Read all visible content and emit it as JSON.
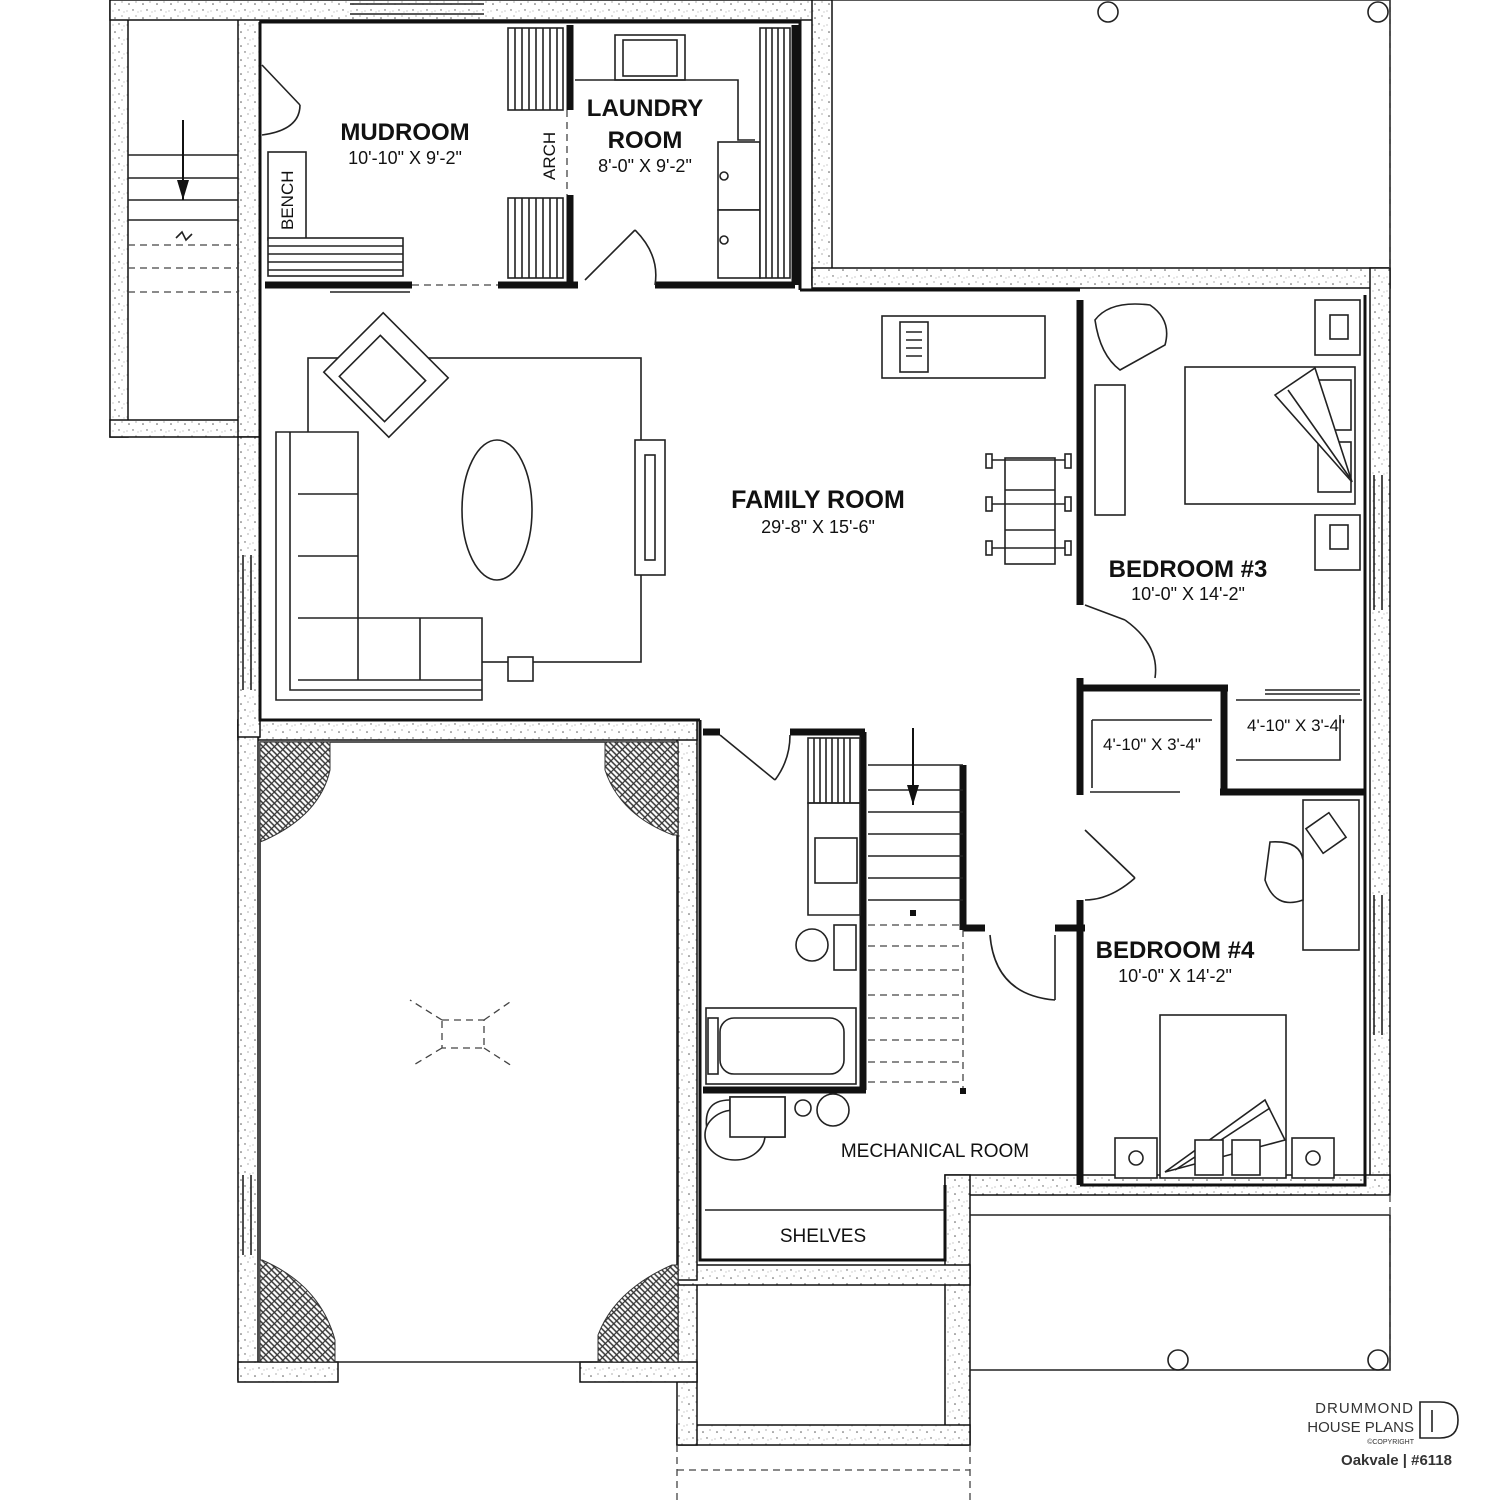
{
  "plan": {
    "rooms": {
      "mudroom": {
        "name": "MUDROOM",
        "dims": "10'-10\" X 9'-2\""
      },
      "laundry": {
        "name_line1": "LAUNDRY",
        "name_line2": "ROOM",
        "dims": "8'-0\" X 9'-2\""
      },
      "family": {
        "name": "FAMILY ROOM",
        "dims": "29'-8\" X 15'-6\""
      },
      "bedroom3": {
        "name": "BEDROOM #3",
        "dims": "10'-0\" X 14'-2\""
      },
      "bedroom4": {
        "name": "BEDROOM #4",
        "dims": "10'-0\" X 14'-2\""
      },
      "closet_left": {
        "dims": "4'-10\" X 3'-4\""
      },
      "closet_right": {
        "dims": "4'-10\" X 3'-4\""
      },
      "mechanical": {
        "name": "MECHANICAL ROOM"
      },
      "shelves": {
        "name": "SHELVES"
      }
    },
    "labels": {
      "arch": "ARCH",
      "bench": "BENCH"
    }
  },
  "branding": {
    "line1": "DRUMMOND",
    "line2": "HOUSE PLANS",
    "copyright": "©COPYRIGHT",
    "plan_name": "Oakvale | #6118"
  }
}
